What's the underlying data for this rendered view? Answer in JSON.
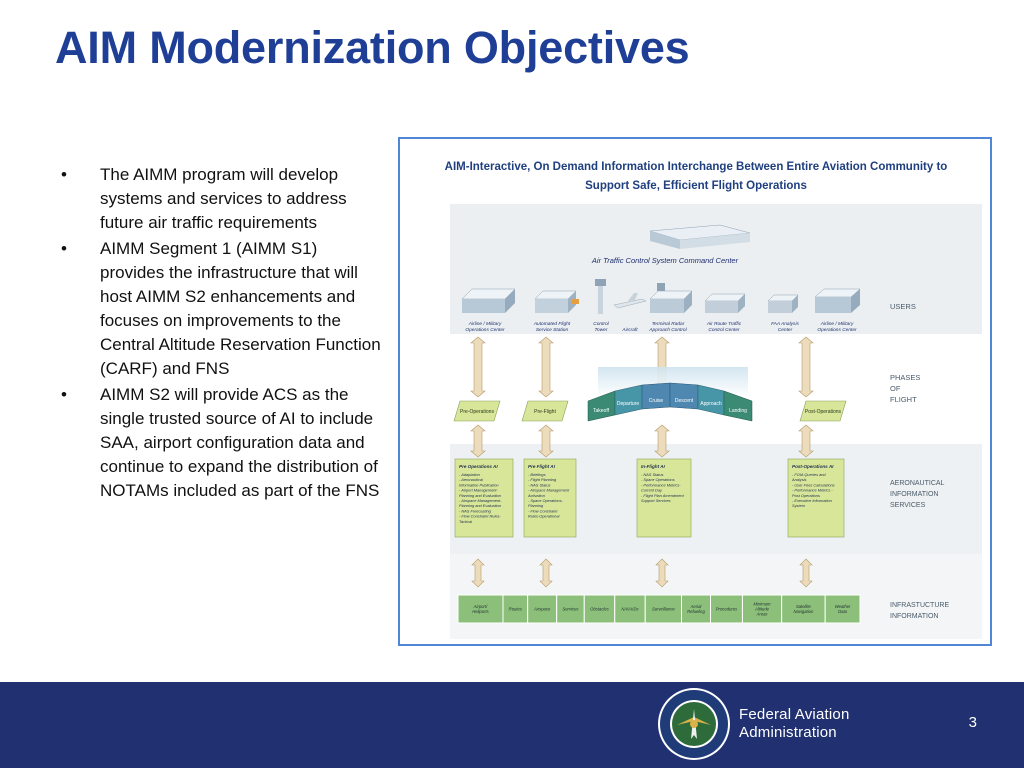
{
  "slide": {
    "title": "AIM Modernization Objectives",
    "bullets": [
      "The AIMM program will develop systems and services to address future air traffic requirements",
      "AIMM Segment 1 (AIMM S1) provides the infrastructure that will host AIMM S2 enhancements and focuses on improvements to the Central Altitude Reservation Function (CARF) and FNS",
      "AIMM S2 will provide ACS as the single trusted source of AI to include SAA, airport configuration data and continue to expand the distribution of NOTAMs included as part of the FNS"
    ],
    "page_number": "3"
  },
  "diagram": {
    "title_line1": "AIM-Interactive, On Demand Information Interchange Between Entire Aviation Community to",
    "title_line2": "Support Safe, Efficient Flight Operations",
    "command_center": "Air Traffic Control System Command Center",
    "users_label": "USERS",
    "phases_label": [
      "PHASES",
      "OF",
      "FLIGHT"
    ],
    "ais_label": [
      "AERONAUTICAL",
      "INFORMATION",
      "SERVICES"
    ],
    "infra_label": [
      "INFRASTUCTURE",
      "INFORMATION"
    ],
    "users": [
      [
        "Airline / Military",
        "Operations Center"
      ],
      [
        "Automated Flight",
        "Service Station"
      ],
      [
        "Control",
        "Tower"
      ],
      [
        "Aircraft"
      ],
      [
        "Terminal Radar",
        "Approach Control"
      ],
      [
        "Air Route Traffic",
        "Control Center"
      ],
      [
        "FAA Analysis",
        "Center"
      ],
      [
        "Airline / Military",
        "Operations Center"
      ]
    ],
    "phases": {
      "pre_operations": "Pre-Operations",
      "pre_flight": "Pre-Flight",
      "flight_segments": [
        "Takeoff",
        "Departure",
        "Cruise",
        "Descent",
        "Approach",
        "Landing"
      ],
      "post_operations": "Post-Operations"
    },
    "ais_boxes": [
      {
        "title": "Pre Operations AI",
        "items": [
          "Adaptation",
          "Aeronautical Information Publication",
          "Airport Management- Planning and Evaluation",
          "Airspace Management- Planning and Evaluation",
          "NAS Forecasting",
          "Flow Constraint Rules- Tactical"
        ]
      },
      {
        "title": "Pre Flight AI",
        "items": [
          "Briefings",
          "Flight Planning",
          "NAS Status",
          "Airspace Management Activation",
          "Space Operations- Planning",
          "Flow Constraint Rules-Operational"
        ]
      },
      {
        "title": "In-Flight AI",
        "items": [
          "NAS Status",
          "Space Operations",
          "Performance Metrics- Current Day",
          "Flight Plan Amendment Support Services"
        ]
      },
      {
        "title": "Post-Operations AI",
        "items": [
          "FOIA Queries and Analysis",
          "User Fees Calculations",
          "Performance Metrics - Post Operations",
          "Executive Information System"
        ]
      }
    ],
    "infra_cells": [
      "Airport/ Heliports",
      "Routes",
      "Airspace",
      "Services",
      "Obstacles",
      "NAVAIDs",
      "Surveillance",
      "Aerial Refueling",
      "Procedures",
      "Minimum Altitude Areas",
      "Satellite Navigation",
      "Weather Data"
    ]
  },
  "footer": {
    "org_line1": "Federal Aviation",
    "org_line2": "Administration"
  },
  "colors": {
    "title": "#1f3f97",
    "footer_bg": "#203070",
    "frame_border": "#4f86d6",
    "diagram_title": "#1f3f7f",
    "band_green": "#8cc07a",
    "box_green": "#d8e69a",
    "arrow_fill": "#eddcbc"
  }
}
